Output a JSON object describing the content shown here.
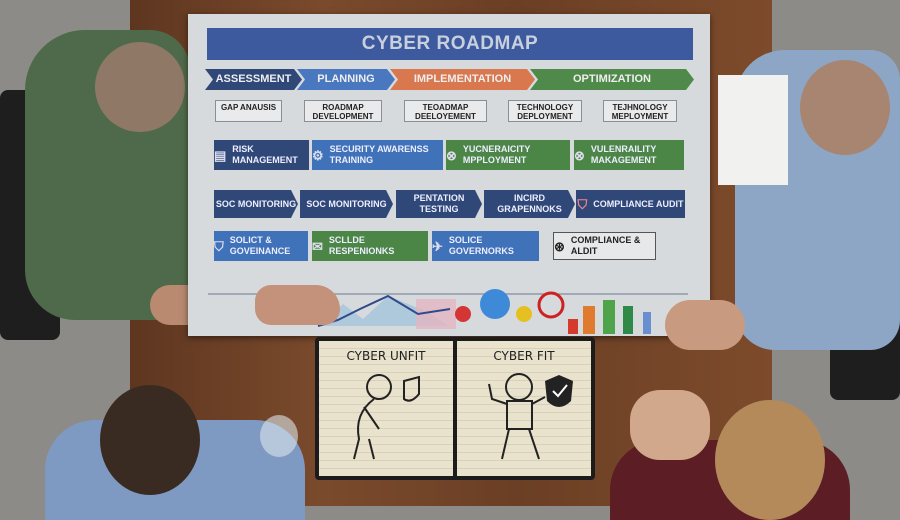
{
  "poster": {
    "title": "CYBER ROADMAP",
    "phases": [
      "ASSESSMENT",
      "PLANNING",
      "IMPLEMENTATION",
      "OPTIMIZATION"
    ],
    "row1": [
      "GAP ANAUSIS",
      "ROADMAP DEVELOPMENT",
      "TEOADMAP DEELOYEMENT",
      "TECHNOLOGY DEPLOYMENT",
      "TEJHNOLOGY MEPLOYMENT"
    ],
    "row2": [
      "RISK MANAGEMENT",
      "SECURITY AWARENSS TRAINING",
      "YUCNERAICITY MPPLOYMENT",
      "VULENRAILITY MAKAGEMENT"
    ],
    "row3": [
      "SOC MONITORING",
      "SOC MONITORING",
      "PENTATION TESTING",
      "INCIRD GRAPENNOKS",
      "COMPLIANCE AUDIT"
    ],
    "row4": [
      "SOLICT & GOVEINANCE",
      "SCLLDE RESPENIONKS",
      "SOLICE GOVERNORKS",
      "COMPLIANCE & ALDIT"
    ],
    "colors": {
      "navy": "#2f4878",
      "blue": "#3f72b8",
      "orange": "#d9774f",
      "green": "#4c8647"
    }
  },
  "notebook": {
    "left_title": "CYBER UNFIT",
    "right_title": "CYBER FIT"
  }
}
